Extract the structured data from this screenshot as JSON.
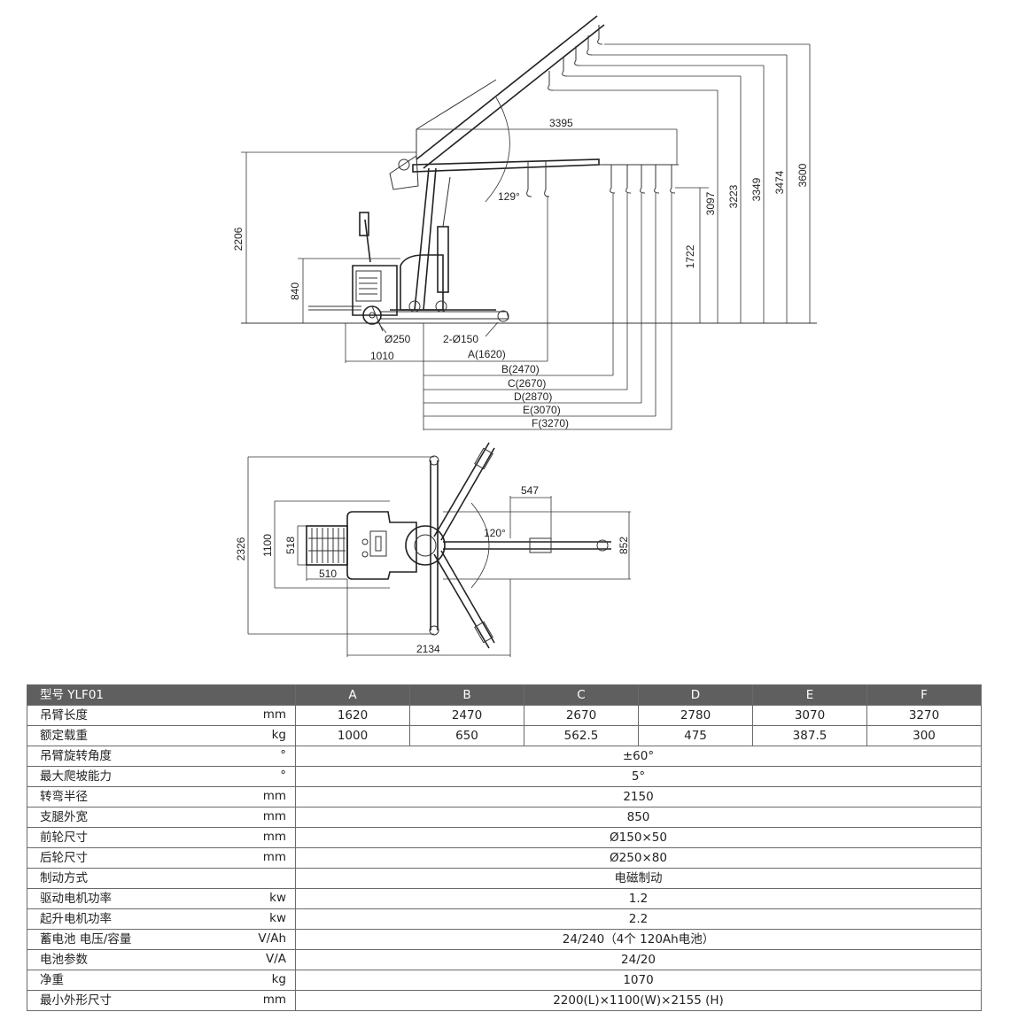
{
  "drawing": {
    "side_view": {
      "overall_height": "2206",
      "base_height": "840",
      "rear_wheel": "Ø250",
      "front_wheel": "2-Ø150",
      "rear_length": "1010",
      "horizontal_boom": "3395",
      "rotation_angle": "129°",
      "hook_height_low": "1722",
      "raised_heights": [
        "3097",
        "3223",
        "3349",
        "3474",
        "3600"
      ],
      "boom_positions": [
        "A(1620)",
        "B(2470)",
        "C(2670)",
        "D(2870)",
        "E(3070)",
        "F(3270)"
      ]
    },
    "top_view": {
      "overall_width": "2326",
      "width": "1100",
      "battery_width": "518",
      "battery_length": "510",
      "boom_offset": "547",
      "slew_angle": "120°",
      "leg_width": "852",
      "overall_length": "2134"
    }
  },
  "spec_table": {
    "header": {
      "model": "型号 YLF01",
      "columns": [
        "A",
        "B",
        "C",
        "D",
        "E",
        "F"
      ]
    },
    "rows_split": [
      {
        "label": "吊臂长度",
        "unit": "mm",
        "values": [
          "1620",
          "2470",
          "2670",
          "2780",
          "3070",
          "3270"
        ]
      },
      {
        "label": "额定载重",
        "unit": "kg",
        "values": [
          "1000",
          "650",
          "562.5",
          "475",
          "387.5",
          "300"
        ]
      }
    ],
    "rows_merged": [
      {
        "label": "吊臂旋转角度",
        "unit": "°",
        "value": "±60°"
      },
      {
        "label": "最大爬坡能力",
        "unit": "°",
        "value": "5°"
      },
      {
        "label": "转弯半径",
        "unit": "mm",
        "value": "2150"
      },
      {
        "label": "支腿外宽",
        "unit": "mm",
        "value": "850"
      },
      {
        "label": "前轮尺寸",
        "unit": "mm",
        "value": "Ø150×50"
      },
      {
        "label": "后轮尺寸",
        "unit": "mm",
        "value": "Ø250×80"
      },
      {
        "label": "制动方式",
        "unit": "",
        "value": "电磁制动"
      },
      {
        "label": "驱动电机功率",
        "unit": "kw",
        "value": "1.2"
      },
      {
        "label": "起升电机功率",
        "unit": "kw",
        "value": "2.2"
      },
      {
        "label": "蓄电池 电压/容量",
        "unit": "V/Ah",
        "value": "24/240（4个 120Ah电池）"
      },
      {
        "label": "电池参数",
        "unit": "V/A",
        "value": "24/20"
      },
      {
        "label": "净重",
        "unit": "kg",
        "value": "1070"
      },
      {
        "label": "最小外形尺寸",
        "unit": "mm",
        "value": "2200(L)×1100(W)×2155 (H)"
      }
    ]
  }
}
